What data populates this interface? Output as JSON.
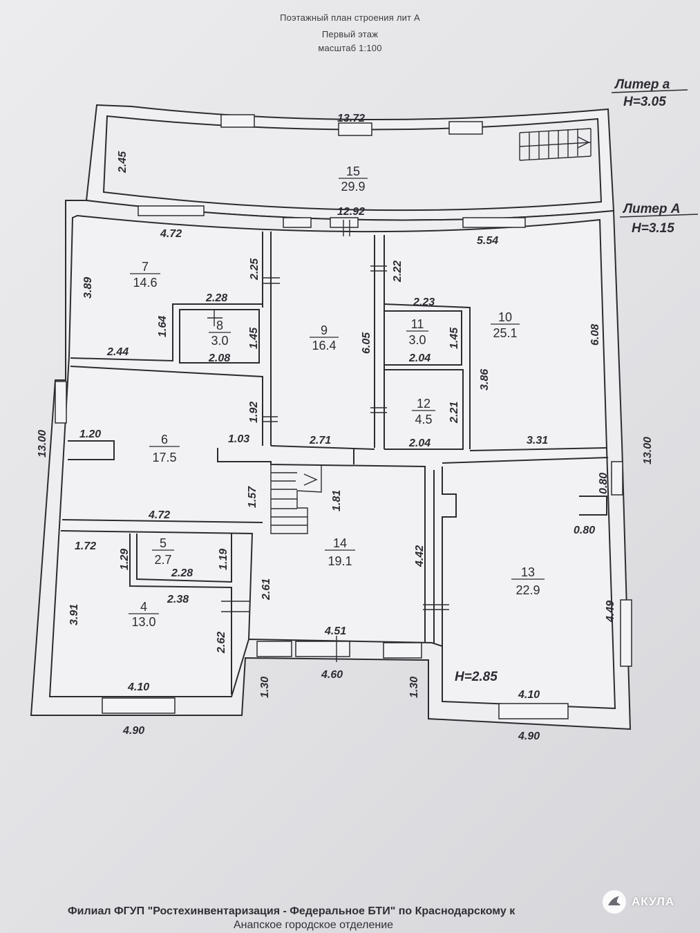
{
  "header": {
    "line1": "Поэтажный план строения лит А",
    "line2": "Первый этаж",
    "line3": "масштаб 1:100"
  },
  "liter_small": {
    "name": "Литер а",
    "height": "H=3.05"
  },
  "liter_big": {
    "name": "Литер А",
    "height": "H=3.15"
  },
  "room_height_note": "H=2.85",
  "rooms": [
    {
      "num": "15",
      "area": "29.9"
    },
    {
      "num": "7",
      "area": "14.6"
    },
    {
      "num": "8",
      "area": "3.0"
    },
    {
      "num": "9",
      "area": "16.4"
    },
    {
      "num": "11",
      "area": "3.0"
    },
    {
      "num": "10",
      "area": "25.1"
    },
    {
      "num": "12",
      "area": "4.5"
    },
    {
      "num": "6",
      "area": "17.5"
    },
    {
      "num": "5",
      "area": "2.7"
    },
    {
      "num": "4",
      "area": "13.0"
    },
    {
      "num": "14",
      "area": "19.1"
    },
    {
      "num": "13",
      "area": "22.9"
    }
  ],
  "dimensions": [
    "13.72",
    "2.45",
    "12.92",
    "4.72",
    "2.25",
    "3.89",
    "2.28",
    "1.64",
    "1.45",
    "2.08",
    "2.44",
    "6.05",
    "2.22",
    "5.54",
    "2.23",
    "1.45",
    "2.04",
    "3.86",
    "6.08",
    "1.92",
    "2.21",
    "2.04",
    "3.31",
    "13.00",
    "1.20",
    "1.03",
    "2.71",
    "1.57",
    "1.81",
    "4.72",
    "0.80",
    "13.00",
    "0.80",
    "1.72",
    "1.29",
    "1.19",
    "2.28",
    "2.38",
    "2.61",
    "4.42",
    "3.91",
    "2.62",
    "4.51",
    "4.49",
    "4.10",
    "1.30",
    "4.60",
    "1.30",
    "4.10",
    "4.90",
    "4.90"
  ],
  "footer": {
    "line1": "Филиал ФГУП \"Ростехинвентаризация - Федеральное БТИ\" по Краснодарскому к",
    "line2": "Анапское городское отделение"
  },
  "watermark": {
    "text": "АКУЛА"
  }
}
